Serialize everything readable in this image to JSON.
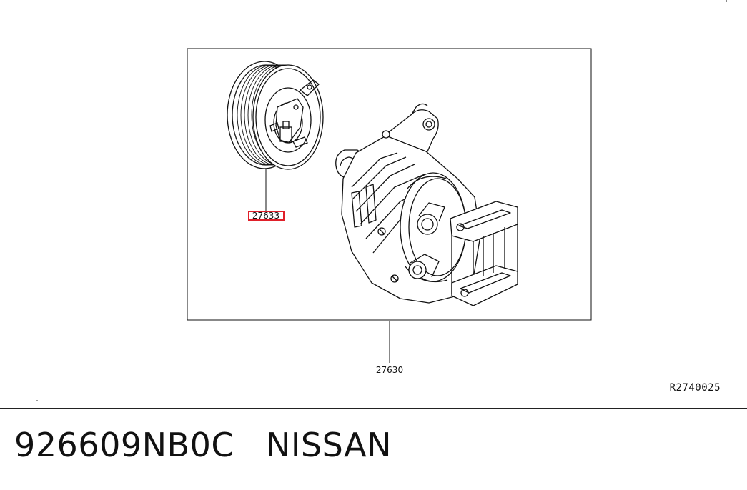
{
  "diagram": {
    "callouts": [
      {
        "id": "pulley",
        "label": "27633",
        "highlighted": true
      },
      {
        "id": "compressor-assembly",
        "label": "27630",
        "highlighted": false
      }
    ],
    "reference_code": "R2740025"
  },
  "footer": {
    "part_number": "926609NB0C",
    "brand": "NISSAN"
  },
  "colors": {
    "line": "#111111",
    "highlight": "#e0202a",
    "background": "#ffffff"
  }
}
